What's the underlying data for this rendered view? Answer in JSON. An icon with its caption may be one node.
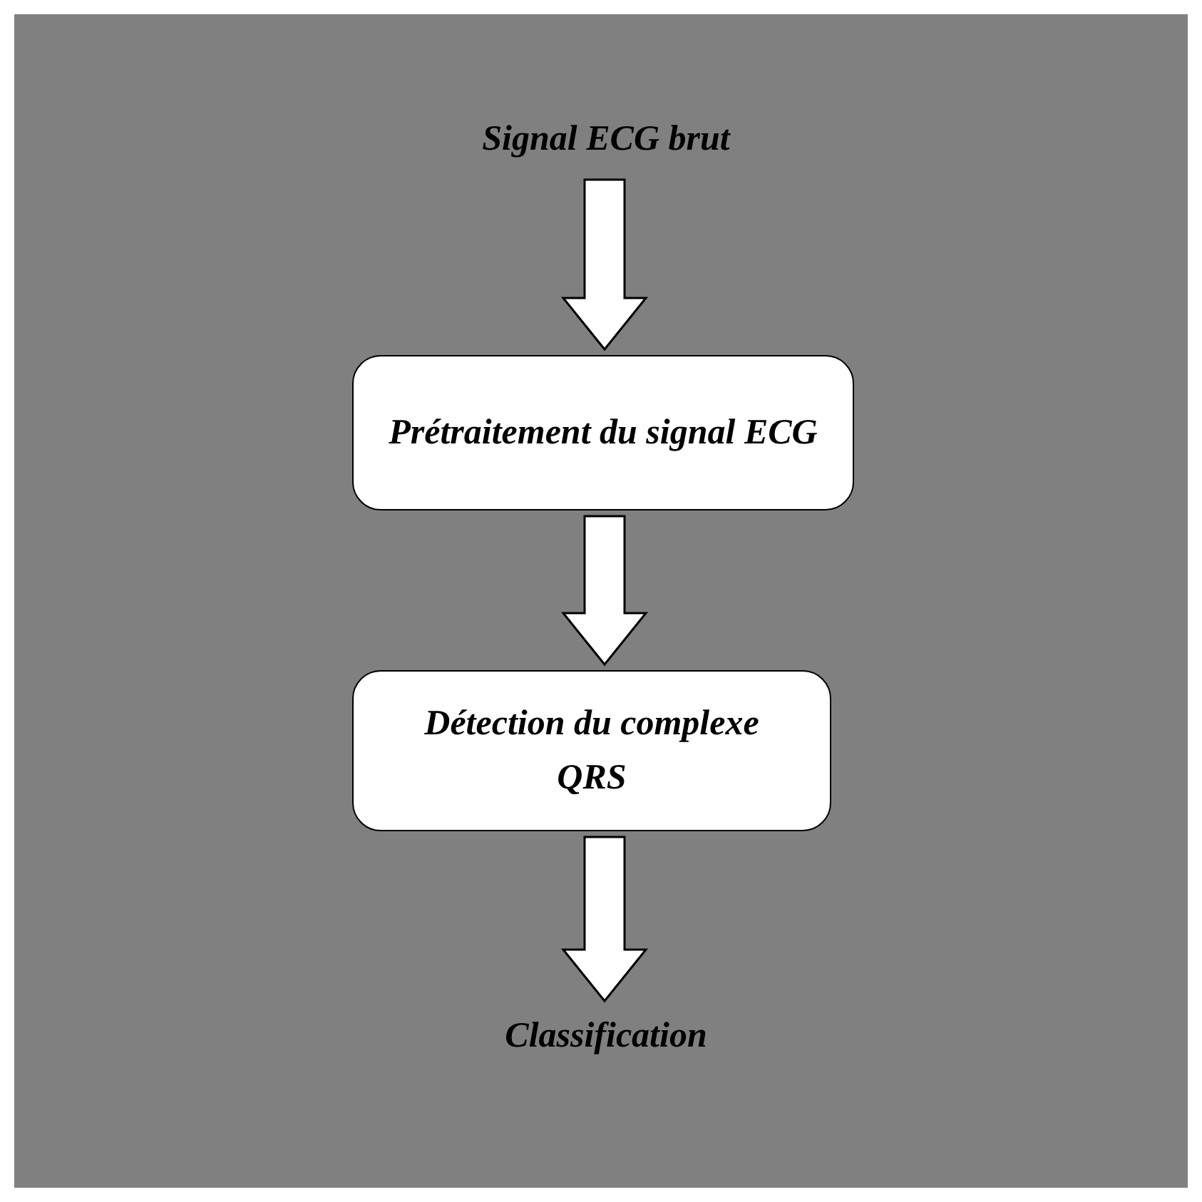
{
  "diagram": {
    "nodes": [
      {
        "text": [
          "Signal ECG brut"
        ]
      },
      {
        "text": [
          "Prétraitement du signal ECG"
        ]
      },
      {
        "text": [
          "Détection du complexe QRS"
        ]
      },
      {
        "text": [
          "Classification"
        ]
      }
    ],
    "edges": [
      {
        "from": 0,
        "to": 1,
        "arrow": "to"
      },
      {
        "from": 1,
        "to": 2,
        "arrow": "to"
      },
      {
        "from": 2,
        "to": 3,
        "arrow": "to"
      }
    ]
  }
}
